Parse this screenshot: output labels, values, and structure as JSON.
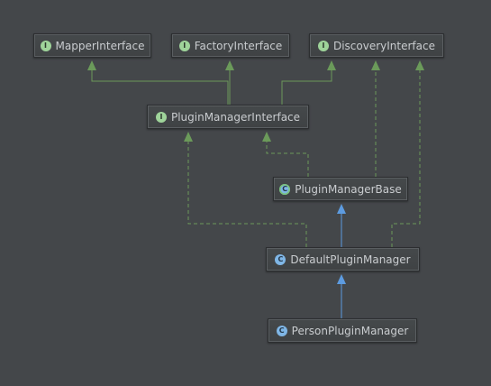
{
  "diagram": {
    "nodes": [
      {
        "id": "mapper",
        "label": "MapperInterface",
        "kind": "interface",
        "badge": "I"
      },
      {
        "id": "factory",
        "label": "FactoryInterface",
        "kind": "interface",
        "badge": "I"
      },
      {
        "id": "discovery",
        "label": "DiscoveryInterface",
        "kind": "interface",
        "badge": "I"
      },
      {
        "id": "pmi",
        "label": "PluginManagerInterface",
        "kind": "interface",
        "badge": "I"
      },
      {
        "id": "pmb",
        "label": "PluginManagerBase",
        "kind": "abstract",
        "badge": "C"
      },
      {
        "id": "dpm",
        "label": "DefaultPluginManager",
        "kind": "class",
        "badge": "C"
      },
      {
        "id": "ppm",
        "label": "PersonPluginManager",
        "kind": "class",
        "badge": "C"
      }
    ],
    "edges": [
      {
        "from": "pmi",
        "to": "mapper",
        "type": "extends-interface"
      },
      {
        "from": "pmi",
        "to": "factory",
        "type": "extends-interface"
      },
      {
        "from": "pmi",
        "to": "discovery",
        "type": "extends-interface"
      },
      {
        "from": "pmb",
        "to": "pmi",
        "type": "implements"
      },
      {
        "from": "pmb",
        "to": "discovery",
        "type": "implements"
      },
      {
        "from": "dpm",
        "to": "pmb",
        "type": "extends-class"
      },
      {
        "from": "dpm",
        "to": "pmi",
        "type": "implements"
      },
      {
        "from": "dpm",
        "to": "discovery",
        "type": "implements"
      },
      {
        "from": "ppm",
        "to": "dpm",
        "type": "extends-class"
      }
    ],
    "colors": {
      "background": "#44474a",
      "interface_edge": "#6b9a5a",
      "class_edge": "#5d9be0",
      "node_text": "#c9cccf"
    }
  }
}
